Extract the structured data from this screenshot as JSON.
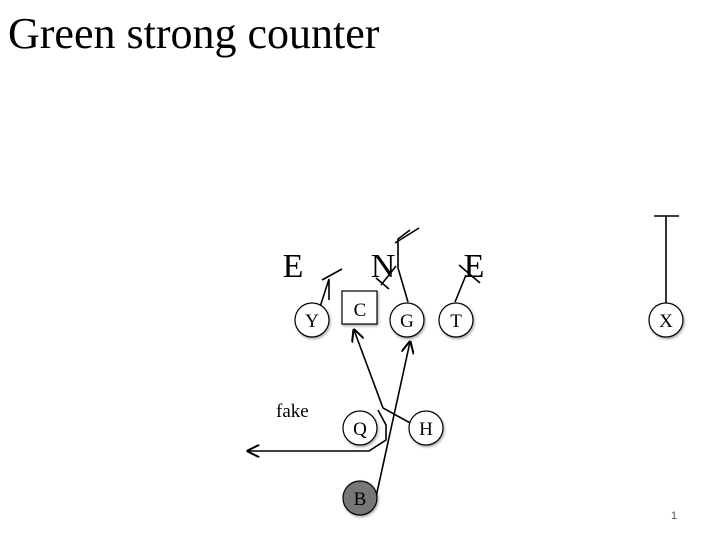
{
  "slide": {
    "title": "Green strong counter",
    "page_number": "1"
  },
  "defense": [
    {
      "id": "de-left",
      "label": "E"
    },
    {
      "id": "nose",
      "label": "N"
    },
    {
      "id": "de-right",
      "label": "E"
    }
  ],
  "offense": [
    {
      "id": "y",
      "label": "Y",
      "shape": "circle"
    },
    {
      "id": "c",
      "label": "C",
      "shape": "square"
    },
    {
      "id": "g",
      "label": "G",
      "shape": "circle"
    },
    {
      "id": "t",
      "label": "T",
      "shape": "circle"
    },
    {
      "id": "x",
      "label": "X",
      "shape": "circle"
    },
    {
      "id": "q",
      "label": "Q",
      "shape": "circle"
    },
    {
      "id": "h",
      "label": "H",
      "shape": "circle"
    },
    {
      "id": "b",
      "label": "B",
      "shape": "circle",
      "fill": "#777777"
    }
  ],
  "annotations": {
    "fake": "fake"
  },
  "colors": {
    "line": "#000000",
    "player_fill": "#ffffff",
    "ball_carrier_fill": "#777777"
  }
}
